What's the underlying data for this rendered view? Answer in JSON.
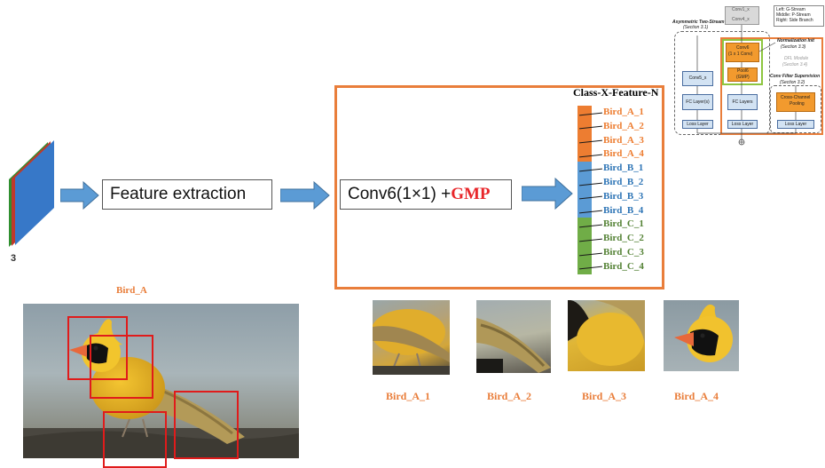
{
  "pipeline": {
    "input_label": "3",
    "feature_extraction_label": "Feature extraction",
    "conv_label_prefix": "Conv6(1×1) +",
    "conv_label_gmp": "GMP"
  },
  "feature_column": {
    "title": "Class-X-Feature-N",
    "items": [
      {
        "label": "Bird_A_1",
        "group": "A"
      },
      {
        "label": "Bird_A_2",
        "group": "A"
      },
      {
        "label": "Bird_A_3",
        "group": "A"
      },
      {
        "label": "Bird_A_4",
        "group": "A"
      },
      {
        "label": "Bird_B_1",
        "group": "B"
      },
      {
        "label": "Bird_B_2",
        "group": "B"
      },
      {
        "label": "Bird_B_3",
        "group": "B"
      },
      {
        "label": "Bird_B_4",
        "group": "B"
      },
      {
        "label": "Bird_C_1",
        "group": "C"
      },
      {
        "label": "Bird_C_2",
        "group": "C"
      },
      {
        "label": "Bird_C_3",
        "group": "C"
      },
      {
        "label": "Bird_C_4",
        "group": "C"
      }
    ],
    "group_colors": {
      "A": "#ed7d31",
      "B": "#2e75b6",
      "C": "#548235"
    },
    "cell_colors": {
      "A": "#ed7d31",
      "B": "#5b9bd5",
      "C": "#70ad47"
    }
  },
  "bottom": {
    "main_title": "Bird_A",
    "crops": [
      {
        "label": "Bird_A_1"
      },
      {
        "label": "Bird_A_2"
      },
      {
        "label": "Bird_A_3"
      },
      {
        "label": "Bird_A_4"
      }
    ]
  },
  "mini_diagram": {
    "legend_left": "Left:",
    "legend_left_val": "G-Stream",
    "legend_middle": "Middle:",
    "legend_middle_val": "P-Stream",
    "legend_right": "Right:",
    "legend_right_val": "Side Branch",
    "top_box_line1": "Conv1_x",
    "top_box_line2": "Conv4_x",
    "two_stream_title": "Asymmetric Two-Stream",
    "two_stream_section": "(Section 3.1)",
    "norm_init": "Normalization Init",
    "norm_init_section": "(Section 3.3)",
    "conv6_line1": "Conv6",
    "conv6_line2": "(1 x 1 Conv)",
    "pool6_line1": "Pool6",
    "pool6_line2": "(GMP)",
    "dfl_module": "DFL Module",
    "dfl_section": "(Section 3.4)",
    "conv_filter": "Conv Filter Supervision",
    "conv_filter_section": "(Section 3.2)",
    "conv5": "Conv5_x",
    "fc_left": "FC Layer(s)",
    "fc_mid": "FC Layers",
    "ccp_line1": "Cross-Channel",
    "ccp_line2": "Pooling",
    "loss_left": "Loss Layer",
    "loss_mid": "Loss Layer",
    "loss_right": "Loss Layer"
  }
}
